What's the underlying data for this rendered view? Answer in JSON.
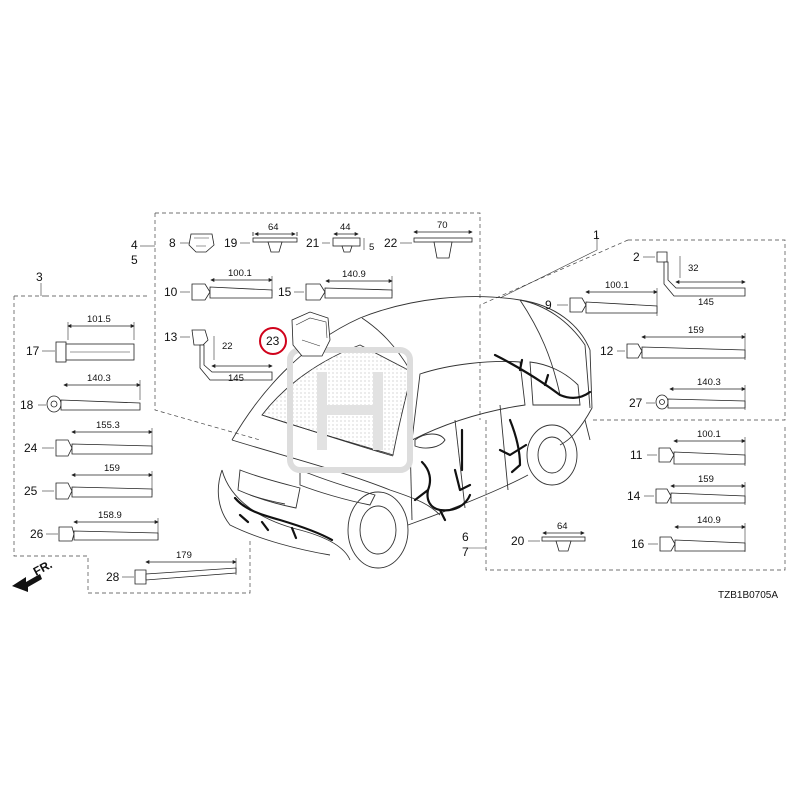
{
  "diagram_code": "TZB1B0705A",
  "front_marker": "FR.",
  "highlight_color": "#d0021b",
  "highlighted_part": "23",
  "group_labels": {
    "g1": "1",
    "g3": "3",
    "g4": "4",
    "g5": "5",
    "g6": "6",
    "g7": "7"
  },
  "parts": {
    "p2": "2",
    "p8": "8",
    "p9": "9",
    "p10": "10",
    "p11": "11",
    "p12": "12",
    "p13": "13",
    "p14": "14",
    "p15": "15",
    "p16": "16",
    "p17": "17",
    "p18": "18",
    "p19": "19",
    "p20": "20",
    "p21": "21",
    "p22": "22",
    "p23": "23",
    "p24": "24",
    "p25": "25",
    "p26": "26",
    "p27": "27",
    "p28": "28"
  },
  "dims": {
    "d2a": "32",
    "d2b": "145",
    "d9": "100.1",
    "d10": "100.1",
    "d11": "100.1",
    "d12": "159",
    "d13a": "22",
    "d13b": "145",
    "d14": "159",
    "d15": "140.9",
    "d16": "140.9",
    "d17": "101.5",
    "d18": "140.3",
    "d19": "64",
    "d20": "64",
    "d21a": "44",
    "d21b": "5",
    "d22": "70",
    "d24": "155.3",
    "d25": "159",
    "d26": "158.9",
    "d27": "140.3",
    "d28": "179"
  }
}
